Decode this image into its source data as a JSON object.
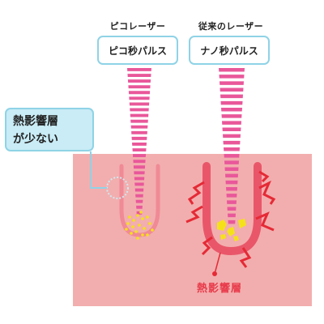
{
  "pico": {
    "title": "ピコレーザー",
    "label": "ピコ秒パルス"
  },
  "nano": {
    "title": "従来のレーザー",
    "label": "ナノ秒パルス"
  },
  "callout": {
    "line1": "熱影響層",
    "line2": "が少ない"
  },
  "heat_layer_label": "熱影響層",
  "colors": {
    "skin": "#f2aeae",
    "beam": "#e9579a",
    "cavity": "#e9566a",
    "crack": "#e52a36",
    "heat_spot": "#f5e11a",
    "callout_fill": "#c9ecf6",
    "callout_border": "#8fd3e6"
  },
  "icons": [
    "cluster-circle-icon",
    "crack-icon",
    "pointer-arrow-icon"
  ]
}
